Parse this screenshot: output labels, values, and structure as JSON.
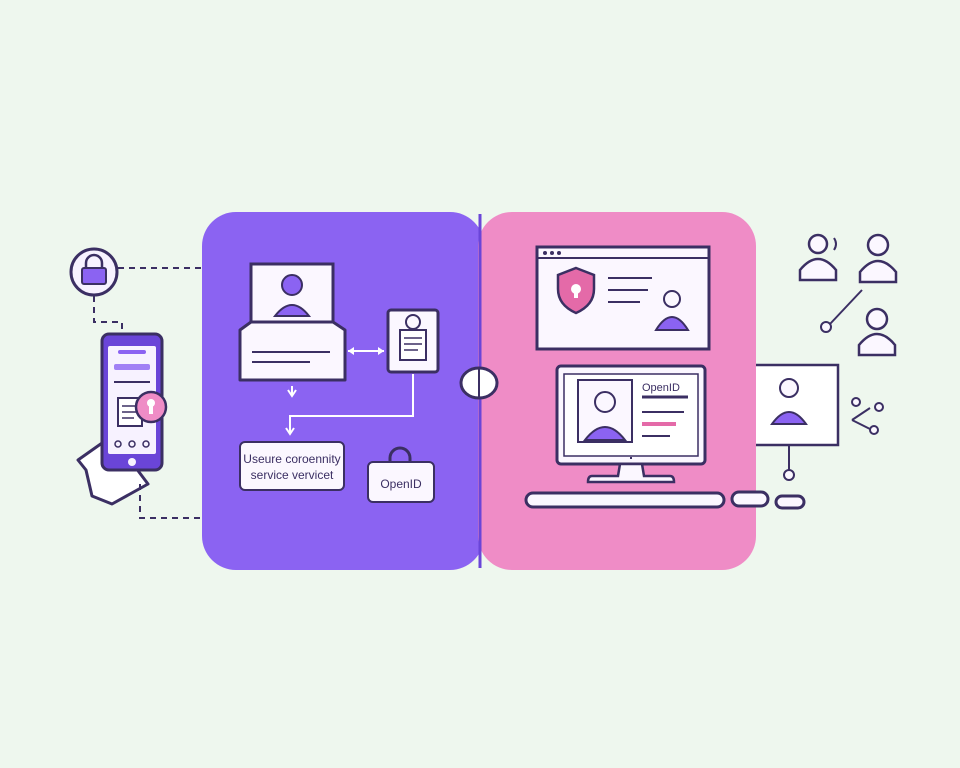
{
  "colors": {
    "background": "#eef7ee",
    "left_panel": "#8b63f2",
    "right_panel": "#ef8cc6",
    "ink": "#3b2f63",
    "avatar_fill": "#8b63f2",
    "card_fill": "#fbf7ff",
    "accent_pink": "#e46aa8"
  },
  "left_panel": {
    "service_label_line1": "Useure coroennity",
    "service_label_line2": "service vervicet",
    "openid_badge": "OpenID"
  },
  "right_panel": {
    "monitor_title": "OpenID"
  },
  "icons": [
    "lock-icon",
    "smartphone-icon",
    "keyhole-icon",
    "person-icon",
    "shield-icon",
    "network-icon"
  ]
}
